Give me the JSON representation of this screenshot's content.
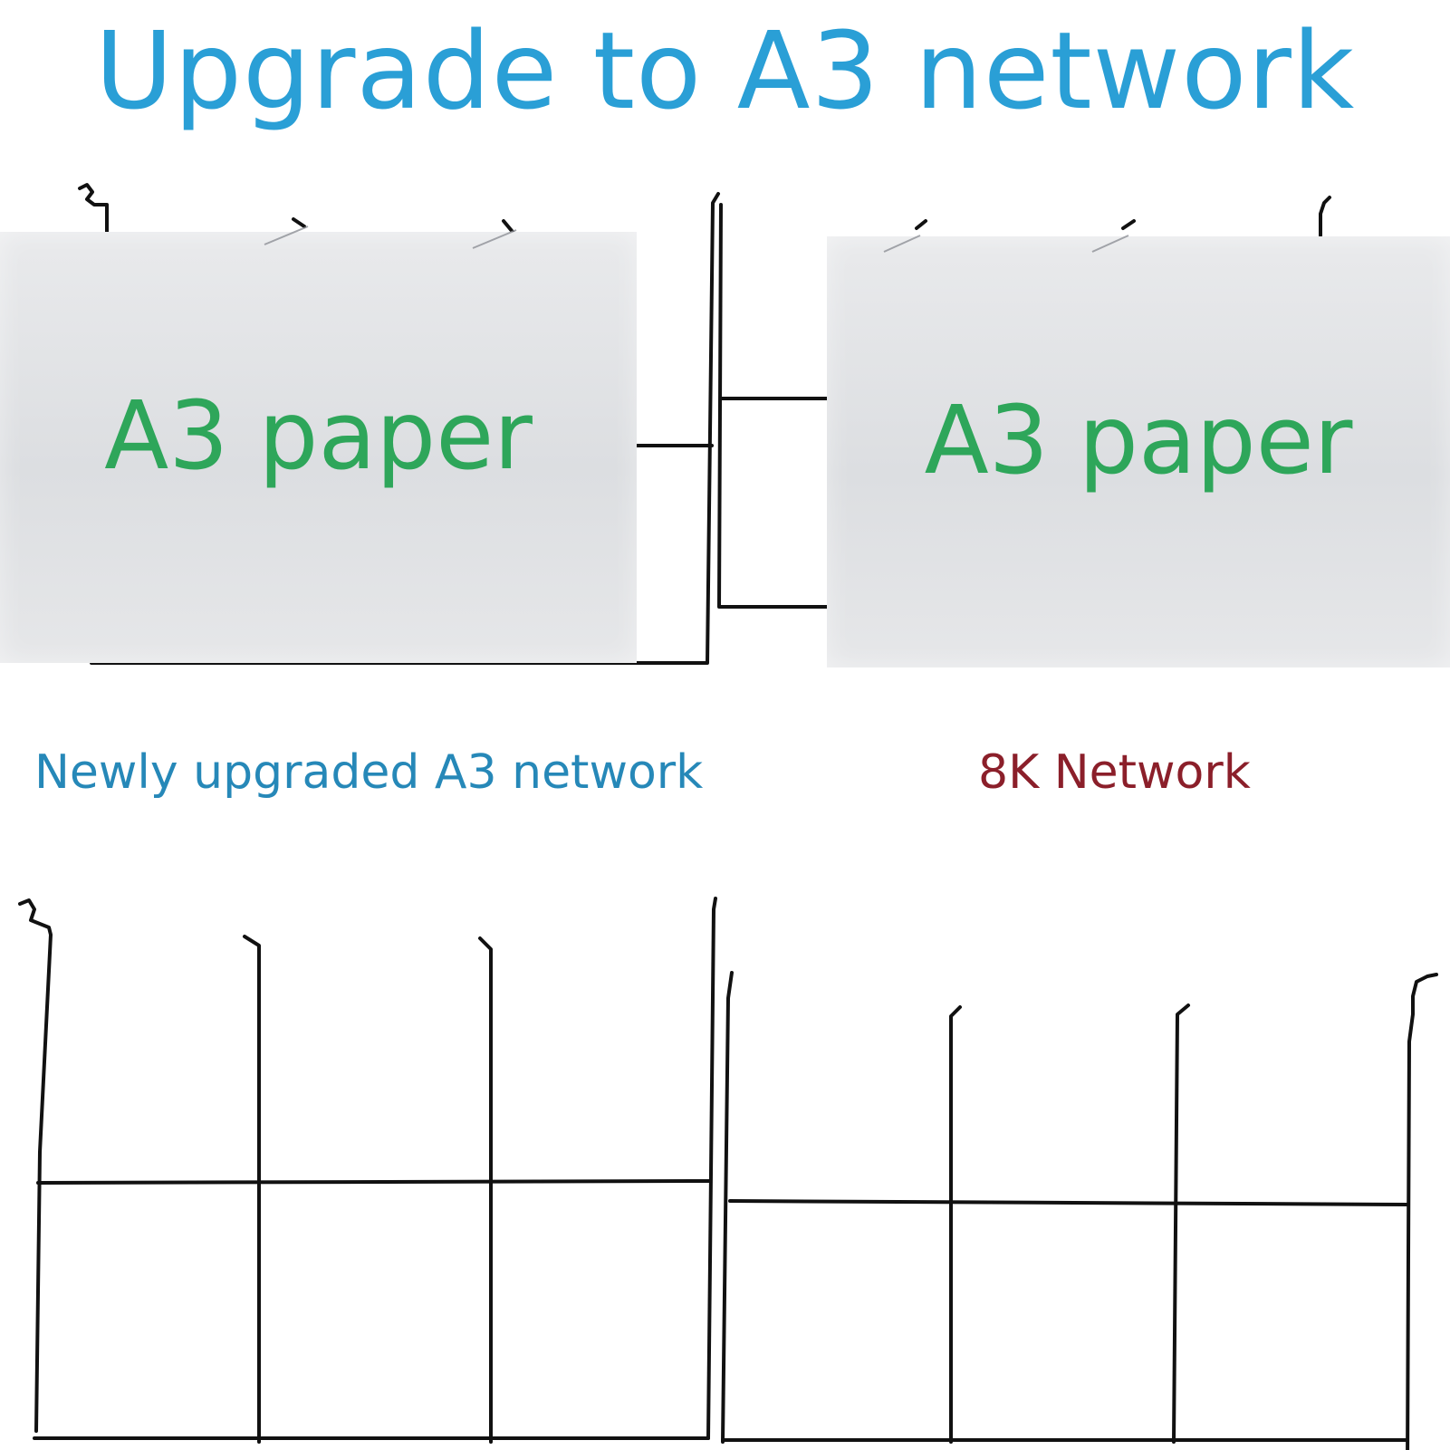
{
  "title": "Upgrade to A3 network",
  "papers": {
    "left_label": "A3 paper",
    "right_label": "A3 paper"
  },
  "captions": {
    "left": "Newly upgraded A3 network",
    "right": "8K Network"
  },
  "colors": {
    "title": "#2a9fd6",
    "paper_label": "#2ea65a",
    "caption_left": "#2688b8",
    "caption_right": "#8b1f2a",
    "wire": "#111111"
  }
}
